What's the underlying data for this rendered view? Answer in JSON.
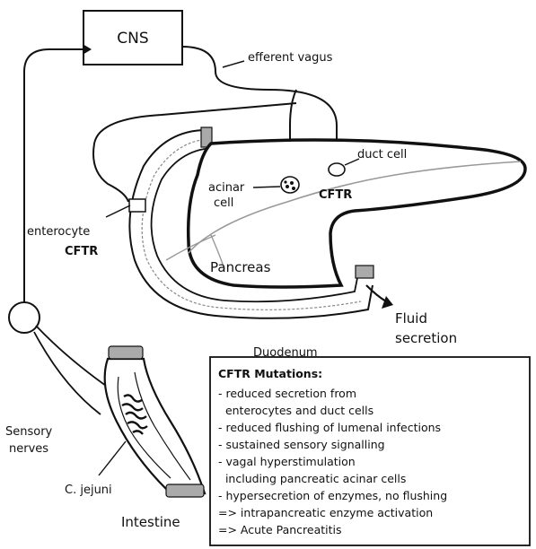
{
  "labels": {
    "cns": "CNS",
    "efferent_vagus": "efferent vagus",
    "duct_cell": "duct cell",
    "acinar_cell_line1": "acinar",
    "acinar_cell_line2": "cell",
    "cftr_pancreas": "CFTR",
    "enterocyte": "enterocyte",
    "cftr_enterocyte": "CFTR",
    "pancreas": "Pancreas",
    "fluid_secretion_line1": "Fluid",
    "fluid_secretion_line2": "secretion",
    "duodenum": "Duodenum",
    "sensory_nerves_line1": "Sensory",
    "sensory_nerves_line2": "nerves",
    "c_jejuni": "C. jejuni",
    "intestine": "Intestine"
  },
  "mutations_box": {
    "title": "CFTR Mutations:",
    "lines": [
      "- reduced secretion from",
      "  enterocytes and duct cells",
      "- reduced flushing of lumenal infections",
      "- sustained sensory signalling",
      "- vagal hyperstimulation",
      "  including pancreatic acinar cells",
      "- hypersecretion of enzymes, no flushing",
      "=> intrapancreatic enzyme activation",
      "=> Acute Pancreatitis"
    ]
  }
}
